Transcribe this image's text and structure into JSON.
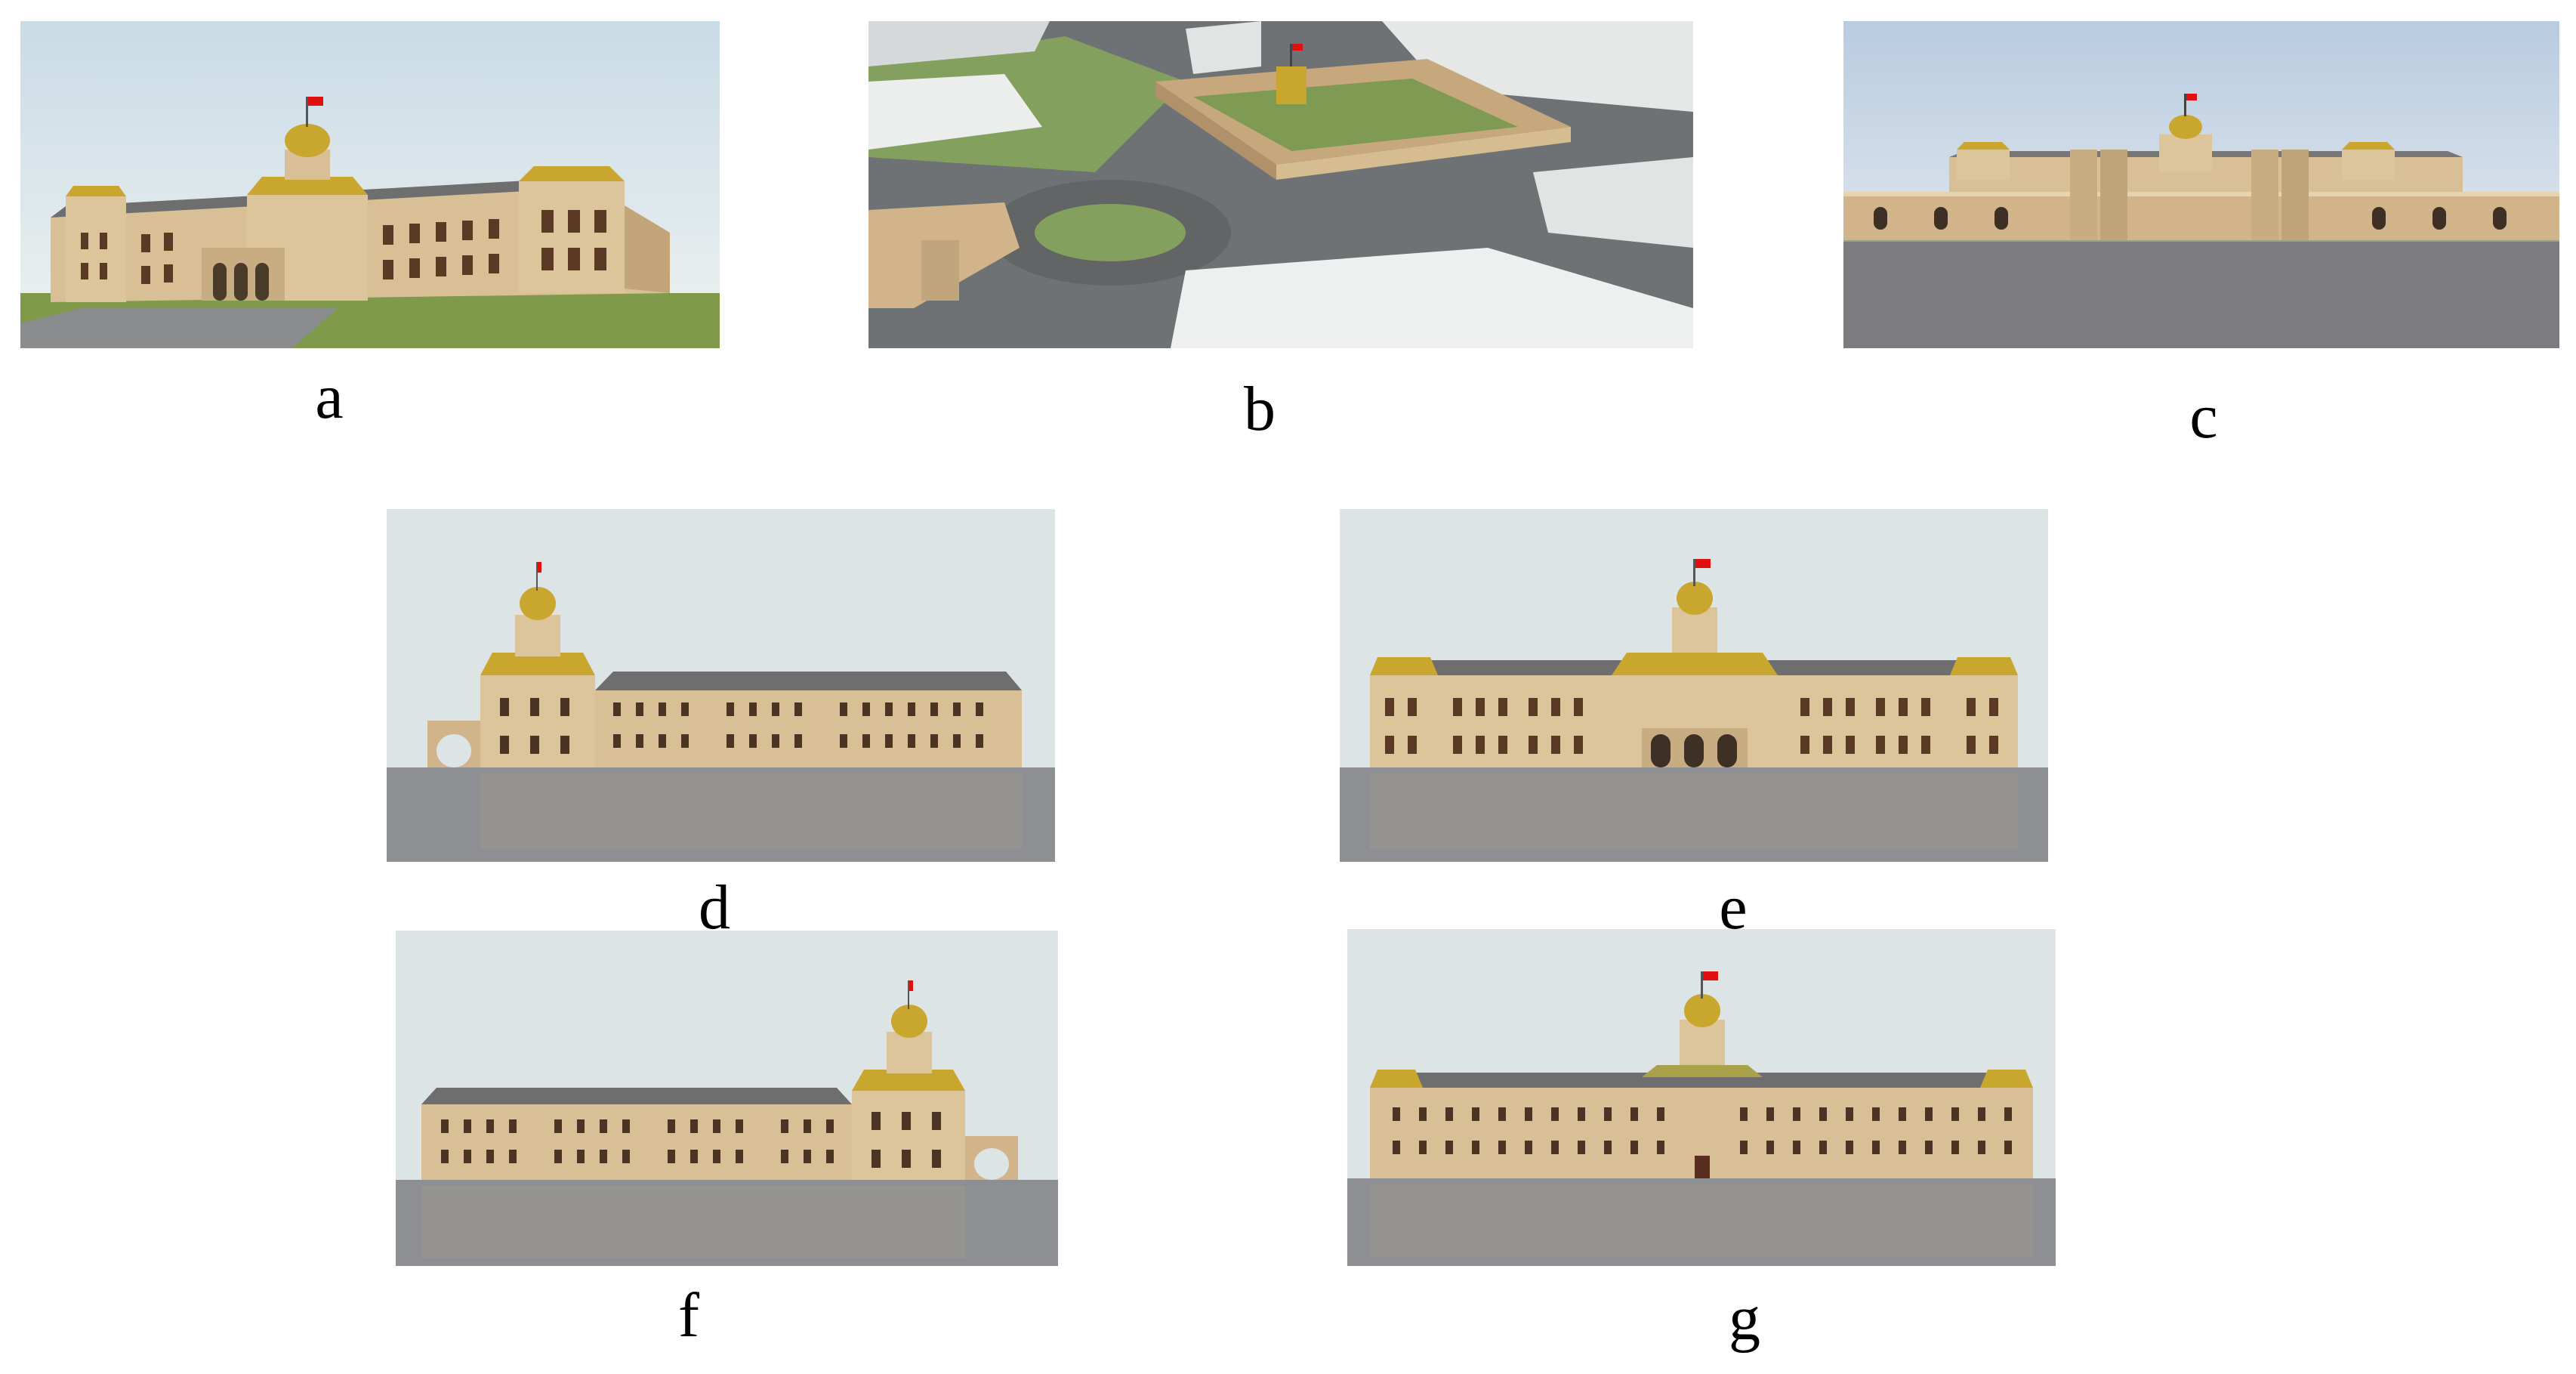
{
  "panels": [
    {
      "id": "a",
      "label": "a",
      "view": "perspective"
    },
    {
      "id": "b",
      "label": "b",
      "view": "aerial"
    },
    {
      "id": "c",
      "label": "c",
      "view": "street"
    },
    {
      "id": "d",
      "label": "d",
      "view": "side-elevation"
    },
    {
      "id": "e",
      "label": "e",
      "view": "front-elevation"
    },
    {
      "id": "f",
      "label": "f",
      "view": "side-elevation-mirrored"
    },
    {
      "id": "g",
      "label": "g",
      "view": "rear-elevation"
    }
  ],
  "colors": {
    "sky": "#dde4e6",
    "brick": "#d8bf95",
    "brick_dark": "#b99a6e",
    "roof": "#6e6e6e",
    "dome_gold": "#c9a62e",
    "flag": "#e01010",
    "ground": "#7c7c80",
    "grass": "#7e9a4a"
  }
}
